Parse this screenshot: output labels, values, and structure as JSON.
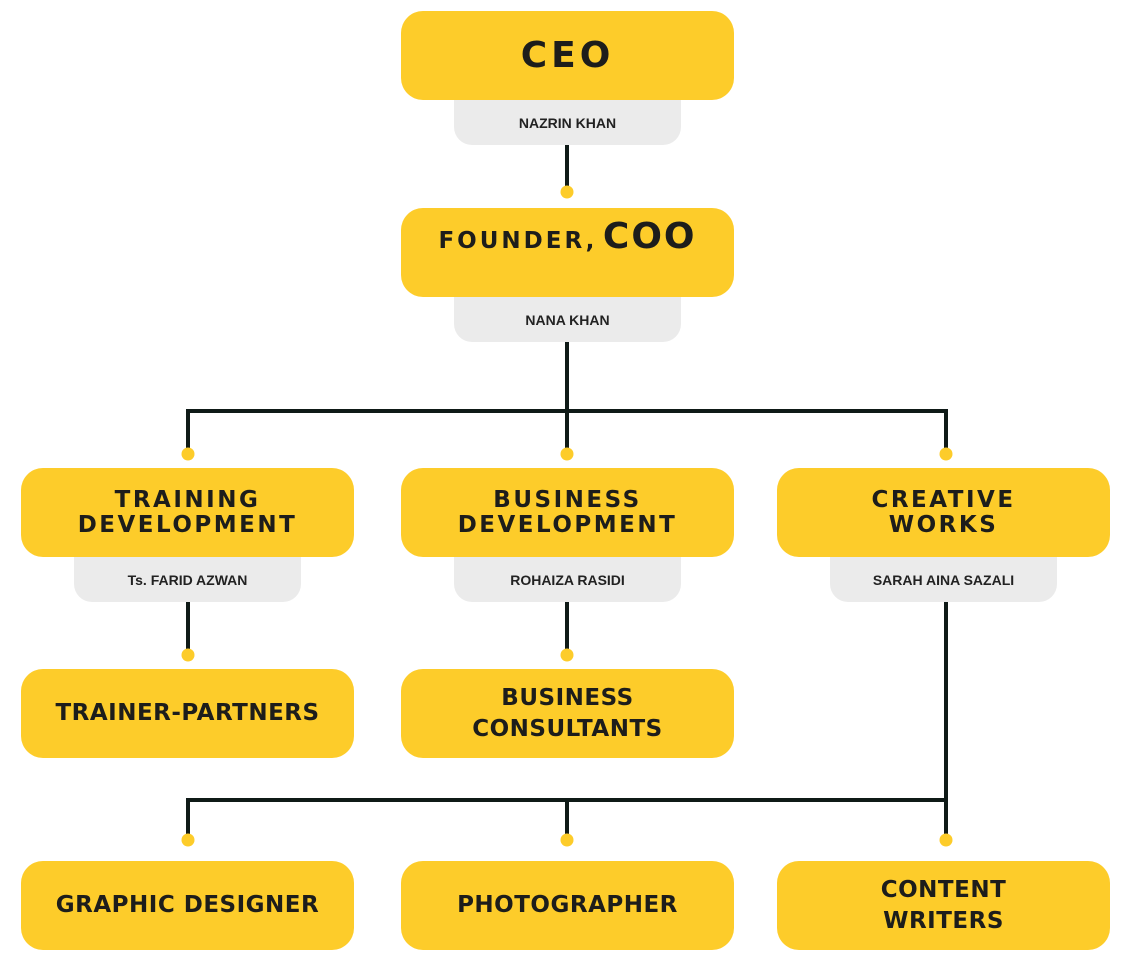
{
  "colors": {
    "box": "#fdcc2a",
    "tab": "#ebebeb",
    "line": "#0f1a17"
  },
  "ceo": {
    "title": "CEO",
    "name": "NAZRIN KHAN"
  },
  "founder": {
    "title_prefix": "FOUNDER,",
    "title_main": "COO",
    "name": "NANA KHAN"
  },
  "departments": [
    {
      "title_line1": "TRAINING",
      "title_line2": "DEVELOPMENT",
      "name": "Ts. FARID AZWAN"
    },
    {
      "title_line1": "BUSINESS",
      "title_line2": "DEVELOPMENT",
      "name": "ROHAIZA RASIDI"
    },
    {
      "title_line1": "CREATIVE",
      "title_line2": "WORKS",
      "name": "SARAH AINA SAZALI"
    }
  ],
  "sub_teams": [
    {
      "title_line1": "TRAINER-PARTNERS"
    },
    {
      "title_line1": "BUSINESS",
      "title_line2": "CONSULTANTS"
    }
  ],
  "creative_teams": [
    {
      "title_line1": "GRAPHIC DESIGNER"
    },
    {
      "title_line1": "PHOTOGRAPHER"
    },
    {
      "title_line1": "CONTENT",
      "title_line2": "WRITERS"
    }
  ]
}
